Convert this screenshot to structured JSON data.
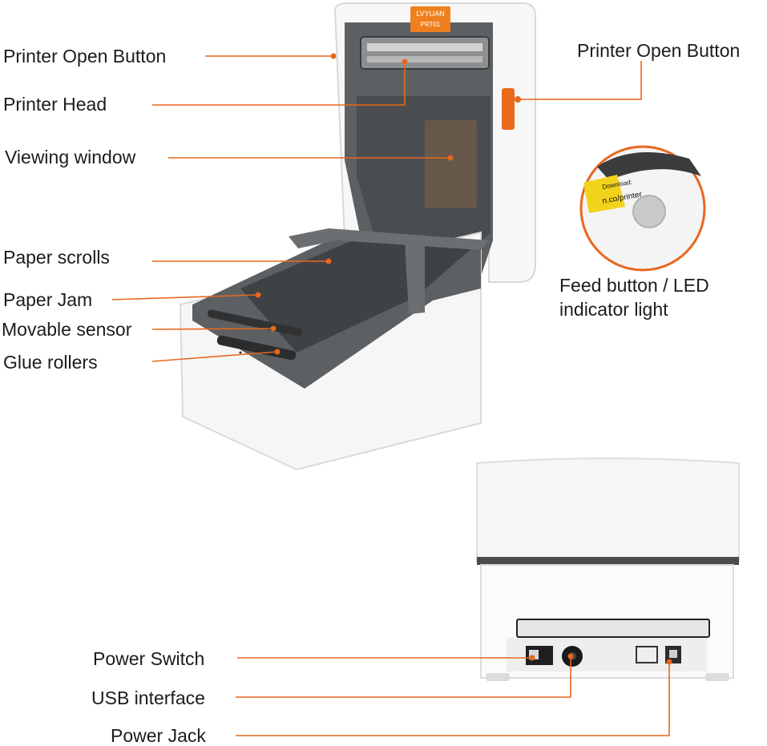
{
  "colors": {
    "accent": "#E8671E",
    "device_white": "#FAFAFA",
    "device_gray": "#6B6E70",
    "device_dark": "#3A3C3E"
  },
  "callouts": {
    "printer_open_button_left": "Printer Open Button",
    "printer_head": "Printer Head",
    "viewing_window": "Viewing window",
    "paper_scrolls": "Paper scrolls",
    "paper_jam": "Paper Jam",
    "movable_sensor": "Movable sensor",
    "glue_rollers": "Glue rollers",
    "printer_open_button_right": "Printer Open Button",
    "feed_button_line1": "Feed button / LED",
    "feed_button_line2": "indicator light",
    "power_switch": "Power Switch",
    "usb_interface": "USB interface",
    "power_jack": "Power Jack"
  },
  "device": {
    "brand_label": "LVYUAN",
    "model_label": "PRT01",
    "sticker_line1": "Download:",
    "sticker_line2": "n.co/printer"
  }
}
